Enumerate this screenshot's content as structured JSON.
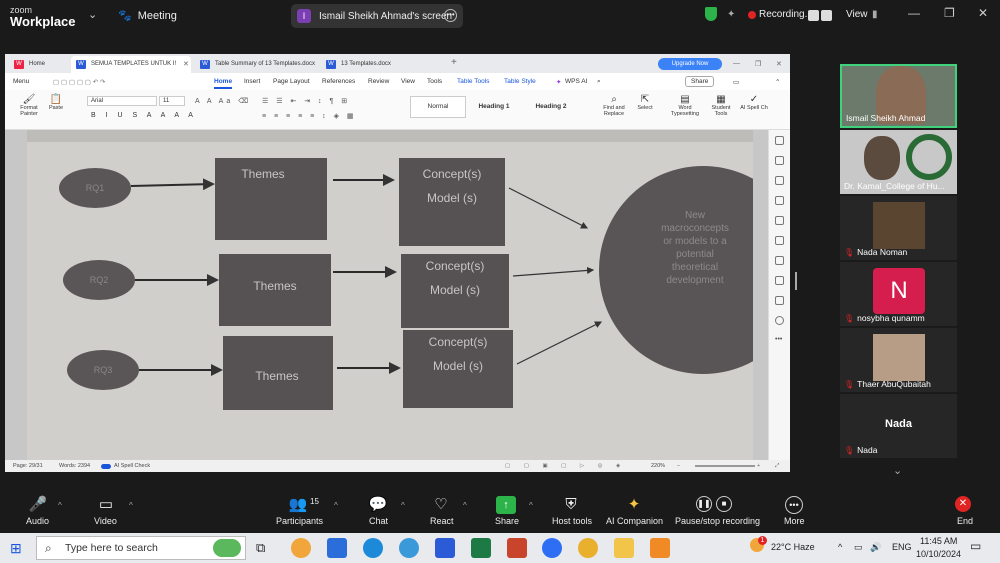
{
  "zoom": {
    "logo_top": "zoom",
    "logo_bottom": "Workplace",
    "meeting_label": "Meeting",
    "share_label": "Ismail Sheikh Ahmad's screen",
    "share_initial": "I",
    "recording_label": "Recording...",
    "view_label": "View"
  },
  "wps": {
    "tabs": [
      {
        "label": "Home"
      },
      {
        "label": "SEMUA TEMPLATES UNTUK I!"
      },
      {
        "label": "Table Summary of 13 Templates.docx"
      },
      {
        "label": "13 Templates.docx"
      }
    ],
    "upgrade": "Upgrade Now",
    "menu": "Menu",
    "share": "Share",
    "ribbon_tabs": [
      "Home",
      "Insert",
      "Page Layout",
      "References",
      "Review",
      "View",
      "Tools",
      "Table Tools",
      "Table Style",
      "WPS AI"
    ],
    "font_name": "Arial",
    "font_size": "11",
    "styles": [
      "Normal",
      "Heading 1",
      "Heading 2"
    ],
    "ribbon_labels": {
      "format_painter": "Format Painter",
      "paste": "Paste",
      "find_replace": "Find and Replace",
      "select": "Select",
      "word_typesetting": "Word Typesetting",
      "student_tools": "Student Tools",
      "ai_spell": "AI Spell Ch"
    },
    "status": {
      "page": "Page: 29/31",
      "words": "Words: 2394",
      "spell": "AI Spell Check",
      "zoom": "220%"
    }
  },
  "diagram": {
    "rq": [
      "RQ1",
      "RQ2",
      "RQ3"
    ],
    "themes": [
      "Themes",
      "Themes",
      "Themes"
    ],
    "concepts": [
      "Concept(s)",
      "Concept(s)",
      "Concept(s)"
    ],
    "models": [
      "Model (s)",
      "Model (s)",
      "Model (s)"
    ],
    "circle_lines": [
      "New",
      "macroconcepts",
      "or models to a",
      "potential",
      "theoretical",
      "development"
    ]
  },
  "participants": [
    {
      "name": "Ismail Sheikh Ahmad"
    },
    {
      "name": "Dr. Kamal_College of Hu..."
    },
    {
      "name": "Nada Noman"
    },
    {
      "name": "nosybha qunamm",
      "initial": "N"
    },
    {
      "name": "Thaer AbuQubaitah"
    },
    {
      "name": "Nada",
      "big": "Nada"
    }
  ],
  "toolbar": {
    "audio": "Audio",
    "video": "Video",
    "participants": "Participants",
    "participants_count": "15",
    "chat": "Chat",
    "react": "React",
    "share": "Share",
    "host_tools": "Host tools",
    "ai_companion": "AI Companion",
    "pause_recording": "Pause/stop recording",
    "more": "More",
    "end": "End"
  },
  "taskbar": {
    "search": "Type here to search",
    "weather": "22°C Haze",
    "lang": "ENG",
    "time": "11:45 AM",
    "date": "10/10/2024",
    "weather_badge": "1"
  },
  "colors": {
    "zoom_bg": "#1a1a1a",
    "accent_blue": "#1a56db",
    "record_red": "#e02424",
    "end_red": "#e02424"
  }
}
